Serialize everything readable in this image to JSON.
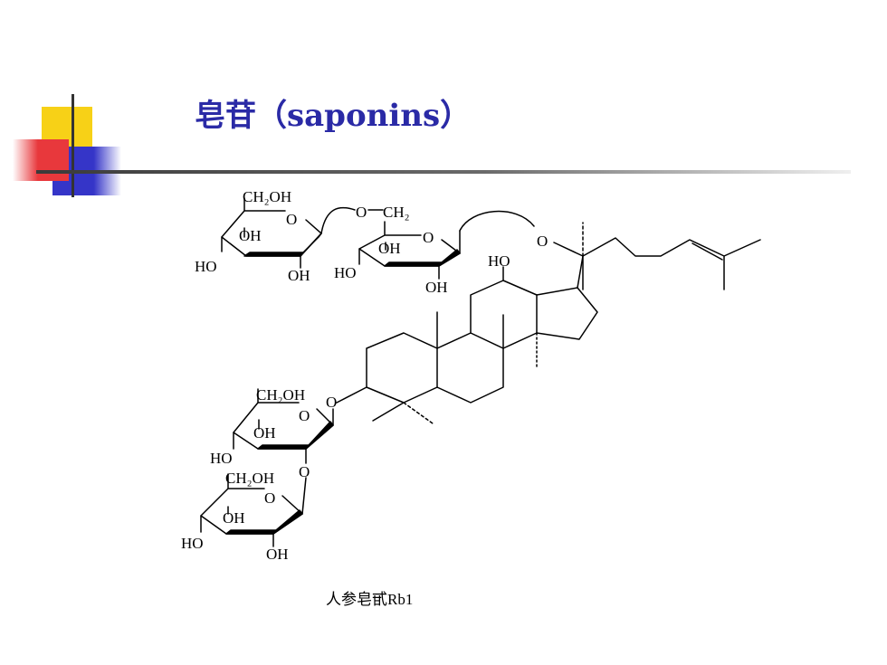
{
  "slide": {
    "title": "皂苷（saponins）",
    "caption": "人参皂甙Rb1",
    "colors": {
      "title": "#2a2aa6",
      "yellow": "#f7d117",
      "red": "#e8383c",
      "blue": "#3535c8"
    }
  },
  "structure": {
    "sugar1": {
      "ch2oh": "CH₂OH",
      "o": "O",
      "oh_top": "OH",
      "ho": "HO",
      "oh_bottom": "OH"
    },
    "sugar2": {
      "o_link": "O",
      "ch2": "CH₂",
      "o": "O",
      "oh_top": "OH",
      "ho": "HO",
      "oh_bottom": "OH"
    },
    "glycoside_o": "O",
    "aglycone": {
      "ho": "HO"
    },
    "sugar3": {
      "ch2oh": "CH₂OH",
      "o": "O",
      "oh": "OH",
      "ho": "HO",
      "o_link": "O",
      "o_bottom": "O"
    },
    "sugar4": {
      "ch2oh": "CH₂OH",
      "o": "O",
      "oh_top": "OH",
      "ho": "HO",
      "oh_bottom": "OH"
    }
  }
}
